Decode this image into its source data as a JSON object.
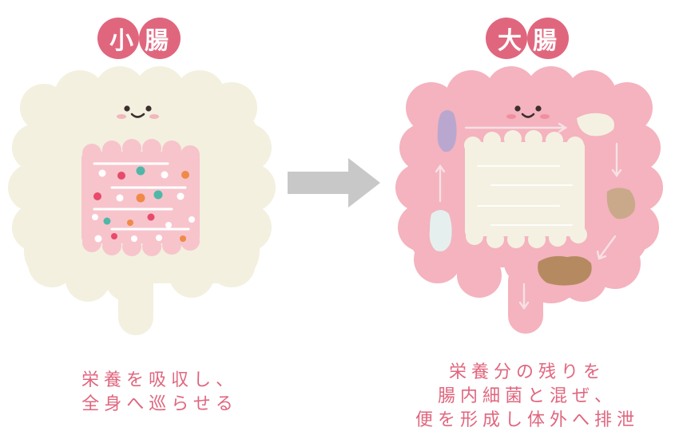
{
  "small_intestine": {
    "title": "小腸",
    "caption_lines": [
      "栄養を吸収し、",
      "全身へ巡らせる"
    ]
  },
  "large_intestine": {
    "title": "大腸",
    "caption_lines": [
      "栄養分の残りを",
      "腸内細菌と混ぜ、",
      "便を形成し体外へ排泄"
    ]
  },
  "colors": {
    "title_pill": "#e0667e",
    "caption_text": "#e0667e",
    "small_intestine_outer": "#f3f0df",
    "small_intestine_inner": "#f7c4cc",
    "large_intestine_body": "#f4b3be",
    "large_intestine_inner": "#f4f1e2",
    "arrow": "#c8c8c8"
  }
}
